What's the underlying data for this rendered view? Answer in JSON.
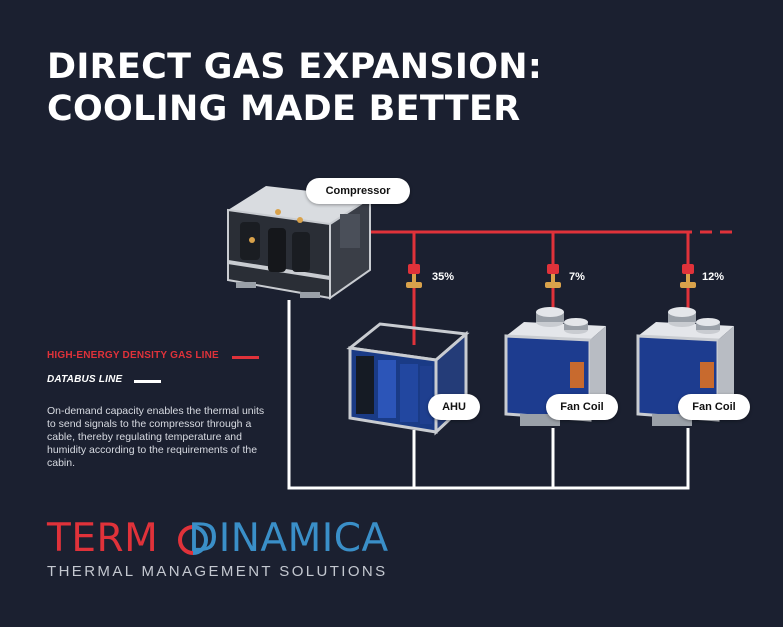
{
  "title": {
    "line1": "DIRECT GAS EXPANSION:",
    "line2": "COOLING MADE BETTER"
  },
  "legend": {
    "gas_line": "HIGH-ENERGY DENSITY GAS LINE",
    "databus_line": "DATABUS LINE"
  },
  "description": "On-demand capacity enables the thermal units to send signals to the compressor through a cable, thereby regulating temperature and humidity according to the requirements of the cabin.",
  "units": {
    "compressor": "Compressor",
    "ahu": "AHU",
    "fan_coil_1": "Fan Coil",
    "fan_coil_2": "Fan Coil"
  },
  "valves": [
    {
      "label": "35%"
    },
    {
      "label": "7%"
    },
    {
      "label": "12%"
    }
  ],
  "brand": {
    "name_part1": "TERM",
    "name_part2": "DINAMICA",
    "tagline": "THERMAL MANAGEMENT SOLUTIONS"
  },
  "colors": {
    "background": "#1b2030",
    "gas_line": "#e0323a",
    "databus_line": "#ffffff",
    "brand_red": "#e0323a",
    "brand_blue": "#3a8fc8"
  }
}
